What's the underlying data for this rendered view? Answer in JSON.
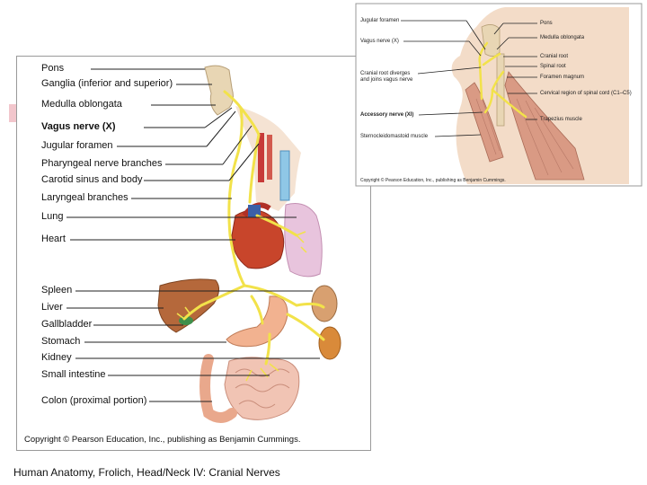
{
  "left_labels": [
    "Pons",
    "Ganglia (inferior and superior)",
    "Medulla oblongata",
    "Vagus nerve (X)",
    "Jugular foramen",
    "Pharyngeal nerve branches",
    "Carotid sinus and body",
    "Laryngeal branches",
    "Lung",
    "Heart",
    "Spleen",
    "Liver",
    "Gallbladder",
    "Stomach",
    "Kidney",
    "Small intestine",
    "Colon (proximal portion)"
  ],
  "left_copyright": "Copyright © Pearson Education, Inc., publishing as Benjamin Cummings.",
  "right_labels_left": [
    "Jugular foramen",
    "Vagus nerve (X)",
    "Cranial root diverges and joins vagus nerve",
    "Accessory nerve (XI)",
    "Sternocleidomastoid muscle"
  ],
  "right_labels_right": [
    "Pons",
    "Medulla oblongata",
    "Cranial root",
    "Spinal root",
    "Foramen magnum",
    "Cervical region of spinal cord (C1–C5)",
    "Trapezius muscle"
  ],
  "right_copyright": "Copyright © Pearson Education, Inc., publishing as Benjamin Cummings.",
  "footer": "Human Anatomy, Frolich, Head/Neck IV:  Cranial Nerves",
  "colors": {
    "nerve": "#f2e24a",
    "liver": "#b5683b",
    "heart": "#c8452b",
    "lung": "#e8c4dd",
    "skin": "#f3dcc8",
    "muscle": "#d99a84"
  }
}
